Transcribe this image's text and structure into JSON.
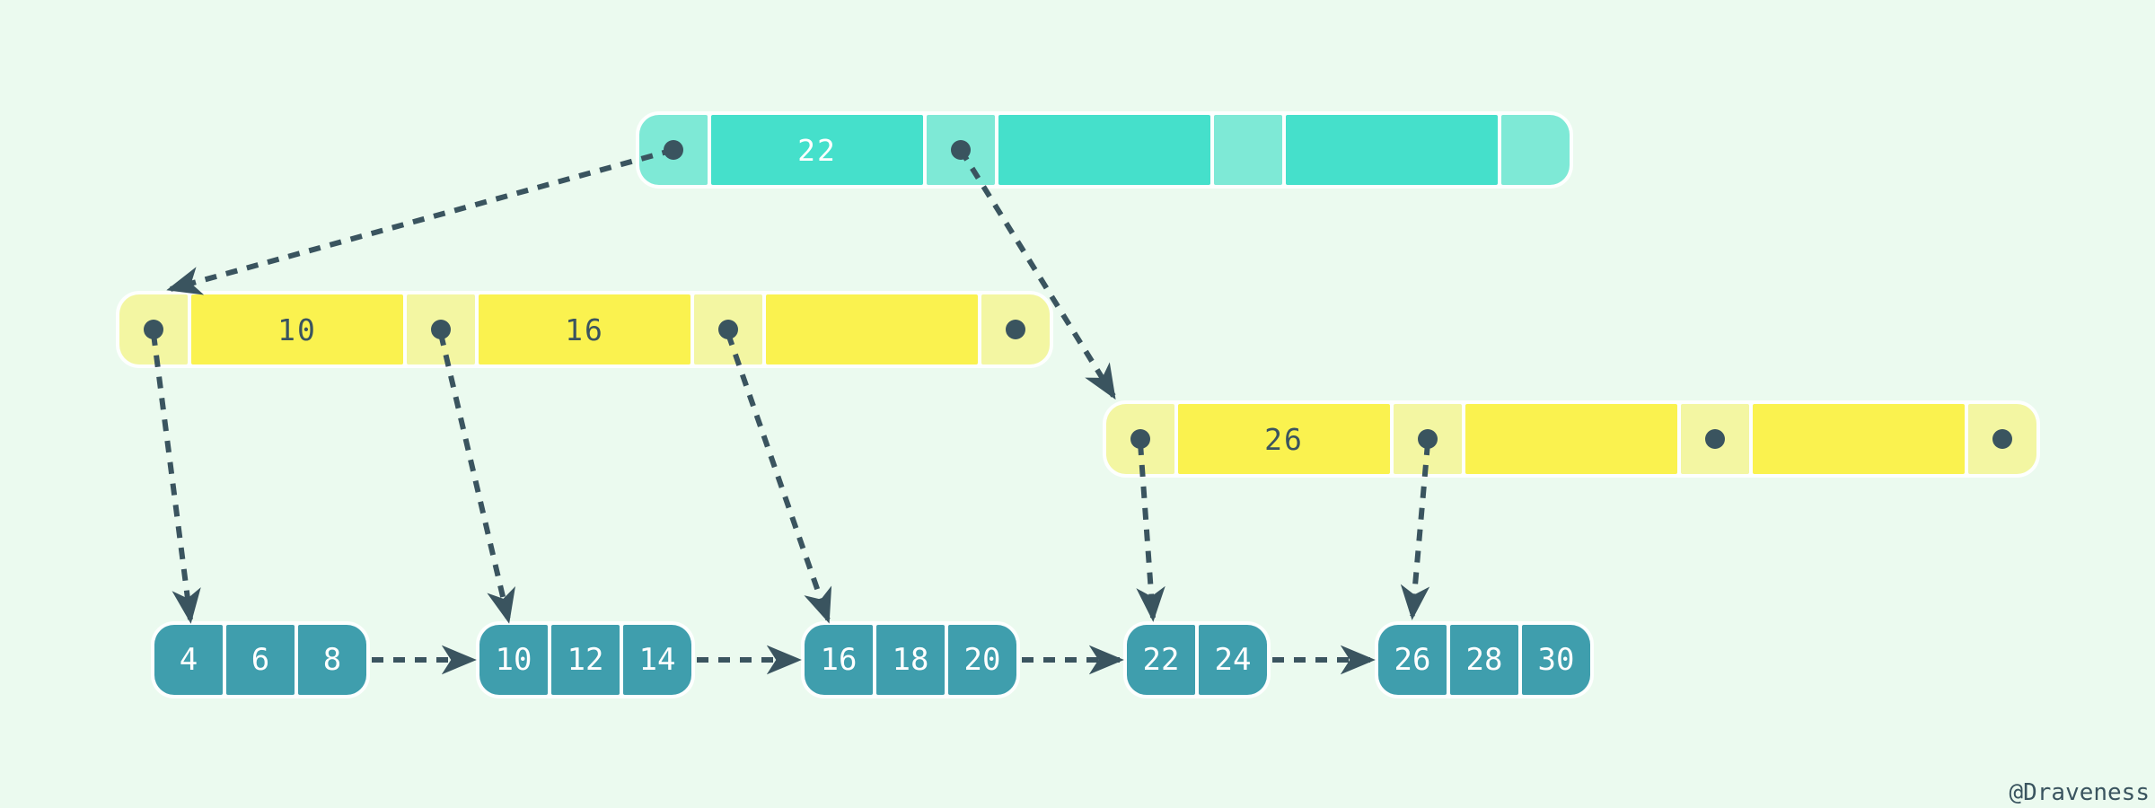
{
  "diagram": {
    "type": "b-plus-tree",
    "colors": {
      "background": "#EBFAEF",
      "root_key_cell": "#45E0CB",
      "root_pointer_cell": "#7EE9D6",
      "internal_key_cell": "#FAF24F",
      "internal_pointer_cell": "#F3F6A2",
      "leaf_cell": "#3F9EAD",
      "arrow_and_dot": "#3A545F",
      "separator": "#FDFFFE"
    },
    "nodes": {
      "root": {
        "key1": "22",
        "key2": "",
        "key3": ""
      },
      "internal_left": {
        "key1": "10",
        "key2": "16",
        "key3": ""
      },
      "internal_right": {
        "key1": "26",
        "key2": "",
        "key3": ""
      },
      "leaf1": {
        "v1": "4",
        "v2": "6",
        "v3": "8"
      },
      "leaf2": {
        "v1": "10",
        "v2": "12",
        "v3": "14"
      },
      "leaf3": {
        "v1": "16",
        "v2": "18",
        "v3": "20"
      },
      "leaf4": {
        "v1": "22",
        "v2": "24"
      },
      "leaf5": {
        "v1": "26",
        "v2": "28",
        "v3": "30"
      }
    },
    "watermark": "@Draveness"
  }
}
